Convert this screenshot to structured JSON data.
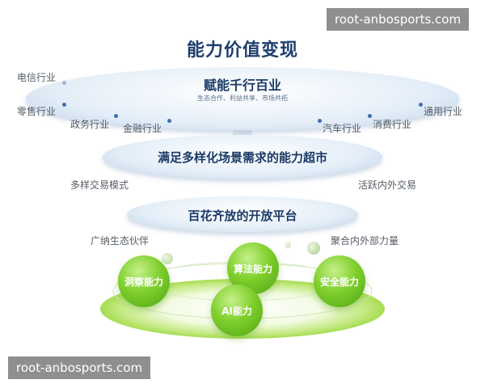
{
  "watermark": {
    "top": "root-anbosports.com",
    "bottom": "root-anbosports.com"
  },
  "title": "能力价值变现",
  "tier1": {
    "label": "赋能千行百业",
    "sub": "生态合作、利益共享、市场共拓"
  },
  "tier2": {
    "label": "满足多样化场景需求的能力超市"
  },
  "tier3": {
    "label": "百花齐放的开放平台"
  },
  "industries": {
    "telecom": "电信行业",
    "retail": "零售行业",
    "gov": "政务行业",
    "finance": "金融行业",
    "auto": "汽车行业",
    "consumer": "消费行业",
    "general": "通用行业"
  },
  "side_labels": {
    "multi_trade": "多样交易模式",
    "active_trade": "活跃内外交易",
    "eco_partners": "广纳生态伙伴",
    "gather_power": "聚合内外部力量"
  },
  "capabilities": {
    "insight": "洞察能力",
    "algorithm": "算法能力",
    "security": "安全能力",
    "ai": "AI能力"
  },
  "colors": {
    "title": "#1f3f6e",
    "green": "#6cc41e",
    "disc": "#c9dcef"
  }
}
